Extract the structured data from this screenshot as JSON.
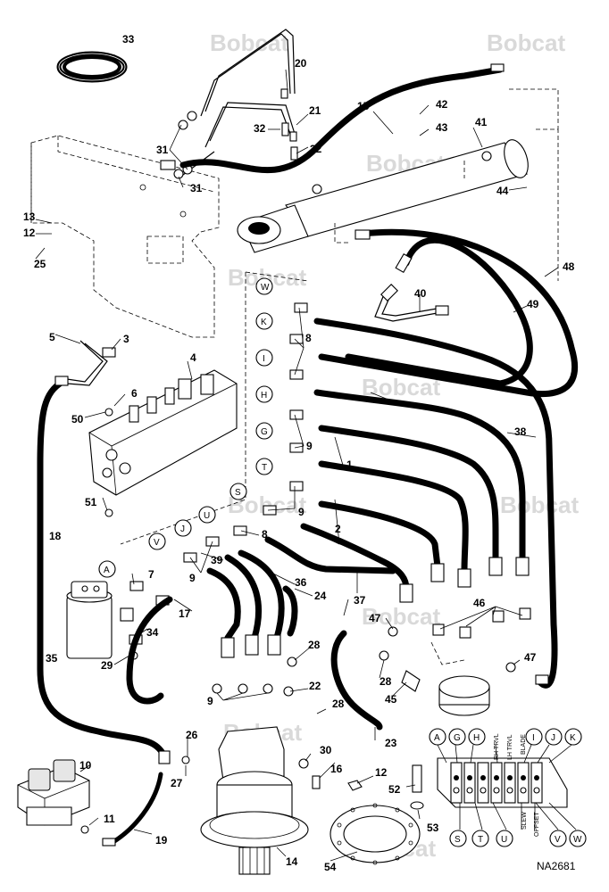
{
  "watermark": {
    "text": "Bobcat"
  },
  "part_numbers": [
    "1",
    "2",
    "3",
    "4",
    "5",
    "6",
    "7",
    "8",
    "9",
    "10",
    "11",
    "12",
    "13",
    "14",
    "15",
    "16",
    "17",
    "18",
    "19",
    "20",
    "21",
    "22",
    "23",
    "24",
    "25",
    "26",
    "27",
    "28",
    "29",
    "30",
    "31",
    "32",
    "33",
    "34",
    "35",
    "36",
    "37",
    "38",
    "39",
    "40",
    "41",
    "42",
    "43",
    "44",
    "45",
    "46",
    "47",
    "48",
    "49",
    "50",
    "51",
    "52",
    "53",
    "54"
  ],
  "hose_letters": [
    "W",
    "K",
    "I",
    "H",
    "G",
    "T",
    "S",
    "U",
    "J",
    "V",
    "A"
  ],
  "valve_inset": {
    "top_letters": [
      "A",
      "G",
      "H",
      "I",
      "J",
      "K"
    ],
    "bottom_letters": [
      "S",
      "T",
      "U",
      "V",
      "W"
    ],
    "labels": [
      "RH TRVL",
      "LH TRVL",
      "BLADE",
      "SLEW",
      "OFFSET"
    ]
  },
  "figure_ref": "NA2681"
}
